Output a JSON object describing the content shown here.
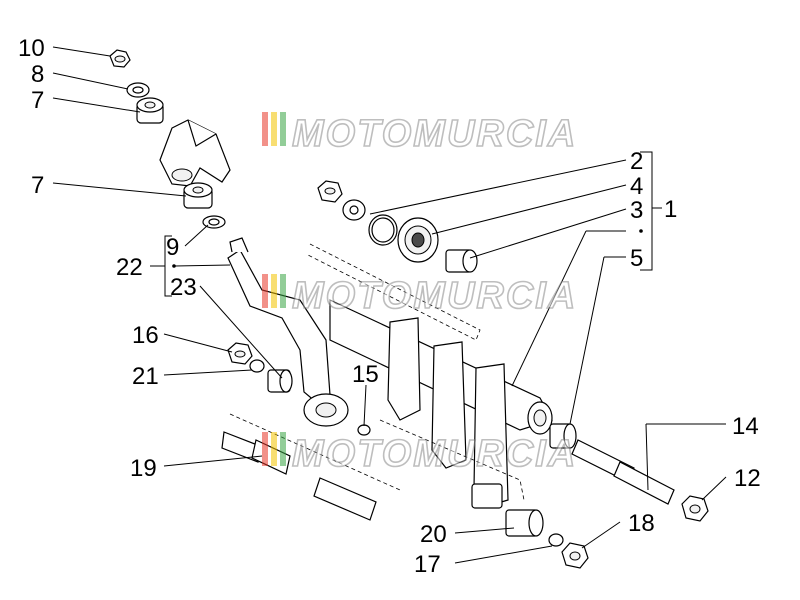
{
  "diagram": {
    "callouts": {
      "c1": "1",
      "c2": "2",
      "c3": "3",
      "c4": "4",
      "c5": "5",
      "c7a": "7",
      "c7b": "7",
      "c8": "8",
      "c9": "9",
      "c10": "10",
      "c12": "12",
      "c14": "14",
      "c15": "15",
      "c16": "16",
      "c17": "17",
      "c18": "18",
      "c19": "19",
      "c20": "20",
      "c21": "21",
      "c22": "22",
      "c23": "23"
    }
  },
  "watermark": {
    "text": "MOTOMURCIA",
    "stripe_colors": [
      "#e8382a",
      "#f4c400",
      "#3aa644"
    ]
  }
}
